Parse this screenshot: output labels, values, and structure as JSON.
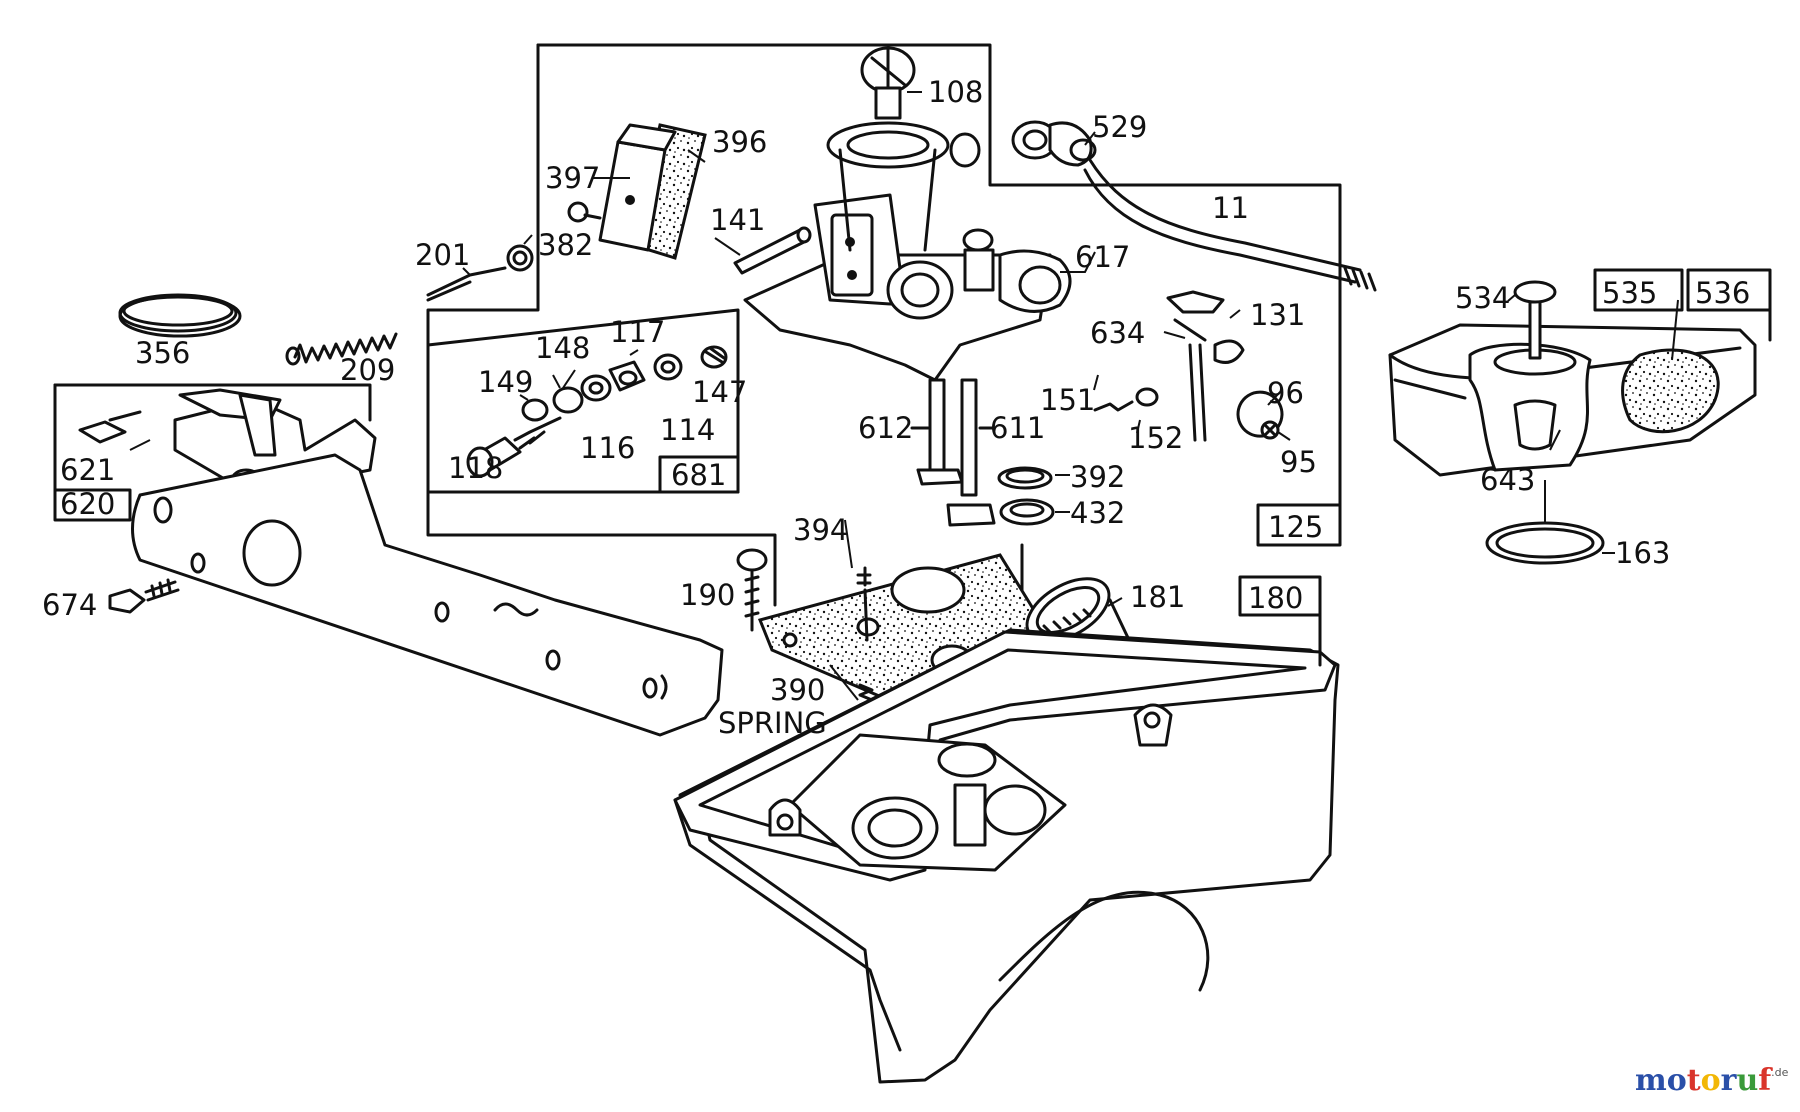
{
  "callouts": {
    "c108": "108",
    "c529": "529",
    "c396": "396",
    "c397": "397",
    "c141": "141",
    "c201": "201",
    "c382": "382",
    "c11": "11",
    "c617": "617",
    "c356": "356",
    "c209": "209",
    "c117": "117",
    "c148": "148",
    "c149": "149",
    "c147": "147",
    "c118": "118",
    "c116": "116",
    "c114": "114",
    "c634": "634",
    "c131": "131",
    "c151": "151",
    "c152": "152",
    "c96": "96",
    "c95": "95",
    "c612": "612",
    "c611": "611",
    "c392": "392",
    "c432": "432",
    "c621": "621",
    "c674": "674",
    "c394": "394",
    "c190": "190",
    "c181": "181",
    "c390": "390",
    "c_spring": "SPRING",
    "c534": "534",
    "c643": "643",
    "c163": "163"
  },
  "boxed_labels": {
    "b681": "681",
    "b620": "620",
    "b125": "125",
    "b180": "180",
    "b535": "535",
    "b536": "536"
  },
  "watermark": {
    "letters": [
      "m",
      "o",
      "t",
      "o",
      "r",
      "u",
      "f"
    ],
    "letter_colors": [
      "#2a4fa8",
      "#2a4fa8",
      "#d9352b",
      "#f2b705",
      "#2a4fa8",
      "#3a9a3a",
      "#d9352b"
    ],
    "suffix": ".de"
  }
}
